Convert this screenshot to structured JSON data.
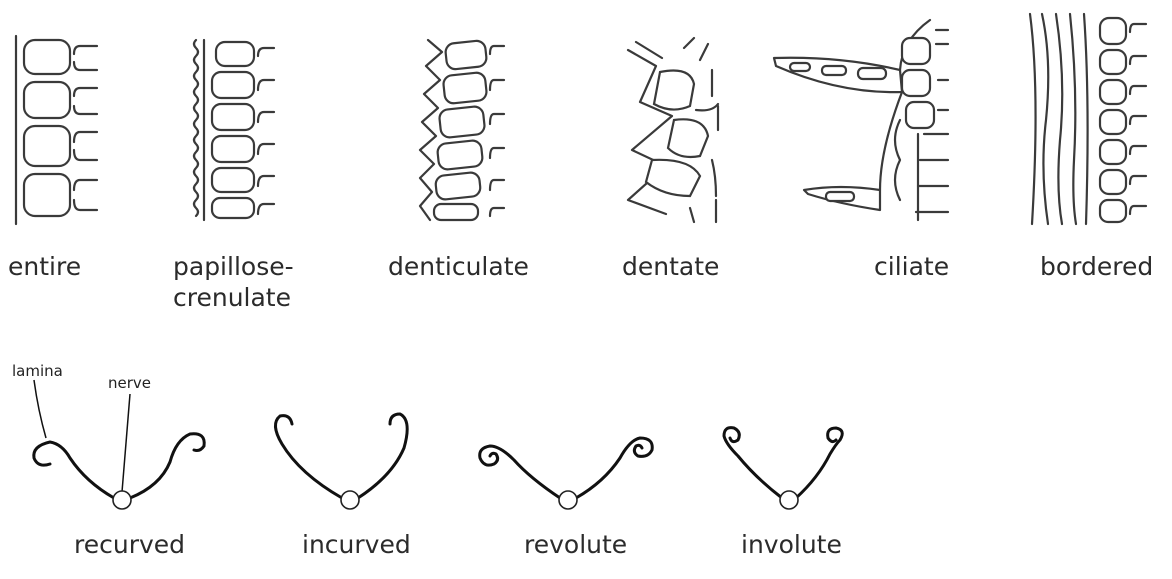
{
  "margin_types": [
    {
      "label": "entire",
      "icon": "entire-margin-icon"
    },
    {
      "label": "papillose-",
      "label_line2": "crenulate",
      "icon": "papillose-crenulate-margin-icon"
    },
    {
      "label": "denticulate",
      "icon": "denticulate-margin-icon"
    },
    {
      "label": "dentate",
      "icon": "dentate-margin-icon"
    },
    {
      "label": "ciliate",
      "icon": "ciliate-margin-icon"
    },
    {
      "label": "bordered",
      "icon": "bordered-margin-icon"
    }
  ],
  "annotations": {
    "lamina": "lamina",
    "nerve": "nerve"
  },
  "curvature_types": [
    {
      "label": "recurved",
      "icon": "recurved-leaf-icon"
    },
    {
      "label": "incurved",
      "icon": "incurved-leaf-icon"
    },
    {
      "label": "revolute",
      "icon": "revolute-leaf-icon"
    },
    {
      "label": "involute",
      "icon": "involute-leaf-icon"
    }
  ],
  "colors": {
    "line": "#111111",
    "cell_outline": "#3a3a3a",
    "background": "#ffffff"
  }
}
